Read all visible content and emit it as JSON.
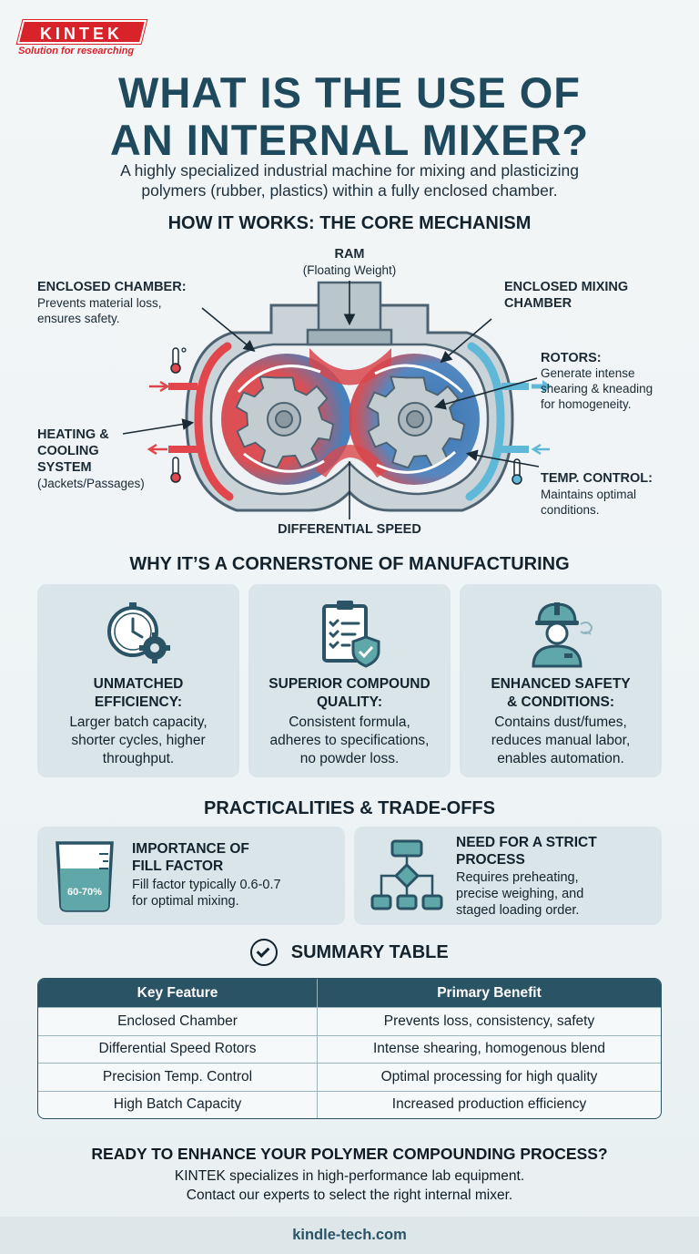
{
  "brand": {
    "name": "KINTEK",
    "tagline": "Solution for researching"
  },
  "title": {
    "line1": "WHAT IS THE USE OF",
    "line2": "AN INTERNAL MIXER?"
  },
  "subtitle": {
    "line1": "A highly specialized industrial machine for mixing and plasticizing",
    "line2": "polymers (rubber, plastics) within a fully enclosed chamber."
  },
  "mechanism": {
    "heading": "HOW IT WORKS: THE CORE MECHANISM",
    "ram": {
      "title": "RAM",
      "desc": "(Floating Weight)"
    },
    "enclosed_chamber": {
      "title": "ENCLOSED CHAMBER:",
      "desc1": "Prevents material loss,",
      "desc2": "ensures safety."
    },
    "mixing_chamber": {
      "title1": "ENCLOSED MIXING",
      "title2": "CHAMBER"
    },
    "rotors": {
      "title": "ROTORS:",
      "desc1": "Generate intense",
      "desc2": "shearing & kneading",
      "desc3": "for homogeneity."
    },
    "heating": {
      "title1": "HEATING &",
      "title2": "COOLING",
      "title3": "SYSTEM",
      "desc": "(Jackets/Passages)"
    },
    "temp": {
      "title": "TEMP. CONTROL:",
      "desc1": "Maintains optimal",
      "desc2": "conditions."
    },
    "diff_speed": "DIFFERENTIAL SPEED"
  },
  "why": {
    "heading": "WHY IT’S A CORNERSTONE OF MANUFACTURING",
    "cards": [
      {
        "title1": "UNMATCHED",
        "title2": "EFFICIENCY:",
        "d1": "Larger batch capacity,",
        "d2": "shorter cycles, higher",
        "d3": "throughput.",
        "icon": "clock-gear-icon"
      },
      {
        "title1": "SUPERIOR COMPOUND",
        "title2": "QUALITY:",
        "d1": "Consistent formula,",
        "d2": "adheres to specifications,",
        "d3": "no powder loss.",
        "icon": "clipboard-shield-icon"
      },
      {
        "title1": "ENHANCED SAFETY",
        "title2": "& CONDITIONS:",
        "d1": "Contains dust/fumes,",
        "d2": "reduces manual labor,",
        "d3": "enables automation.",
        "icon": "worker-icon"
      }
    ]
  },
  "practical": {
    "heading": "PRACTICALITIES & TRADE-OFFS",
    "fill": {
      "title1": "IMPORTANCE OF",
      "title2": "FILL FACTOR",
      "d1": "Fill factor typically 0.6-0.7",
      "d2": "for optimal mixing.",
      "badge": "60-70%"
    },
    "process": {
      "title1": "NEED FOR A STRICT",
      "title2": "PROCESS",
      "d1": "Requires preheating,",
      "d2": "precise weighing, and",
      "d3": "staged loading order."
    }
  },
  "summary": {
    "heading": "SUMMARY TABLE",
    "headers": [
      "Key Feature",
      "Primary Benefit"
    ],
    "rows": [
      [
        "Enclosed Chamber",
        "Prevents loss, consistency, safety"
      ],
      [
        "Differential Speed Rotors",
        "Intense shearing, homogenous blend"
      ],
      [
        "Precision Temp. Control",
        "Optimal processing for high quality"
      ],
      [
        "High Batch Capacity",
        "Increased production efficiency"
      ]
    ]
  },
  "cta": {
    "heading": "READY TO ENHANCE YOUR POLYMER COMPOUNDING PROCESS?",
    "line1": "KINTEK specializes in high-performance lab equipment.",
    "line2": "Contact our experts to select the right internal mixer."
  },
  "footer": {
    "url": "kindle-tech.com"
  },
  "colors": {
    "primary": "#1f4a5e",
    "red": "#d8232a",
    "blue": "#2f6fae",
    "hot": "#e0464c",
    "cool": "#5fb8d8"
  }
}
